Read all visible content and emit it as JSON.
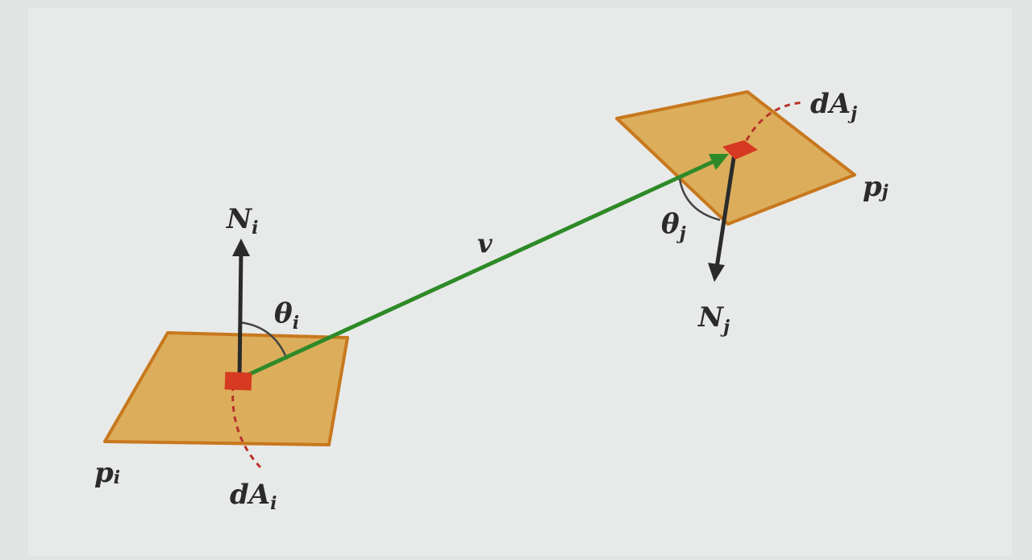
{
  "labels": {
    "normal_i": "N",
    "normal_i_sub": "i",
    "angle_i": "θ",
    "angle_i_sub": "i",
    "patch_i": "p",
    "patch_i_sub": "i",
    "area_i": "dA",
    "area_i_sub": "i",
    "vector": "v",
    "normal_j": "N",
    "normal_j_sub": "j",
    "angle_j": "θ",
    "angle_j_sub": "j",
    "patch_j": "p",
    "patch_j_sub": "j",
    "area_j": "dA",
    "area_j_sub": "j"
  },
  "colors": {
    "background": "#e2e4e3",
    "patch_fill": "#dcae5c",
    "patch_edge": "#c8781e",
    "area_element": "#d63a20",
    "dashed_leader": "#b8322a",
    "vector": "#2e8a28",
    "normal": "#2b2b2b",
    "angle_arc": "#444444"
  }
}
